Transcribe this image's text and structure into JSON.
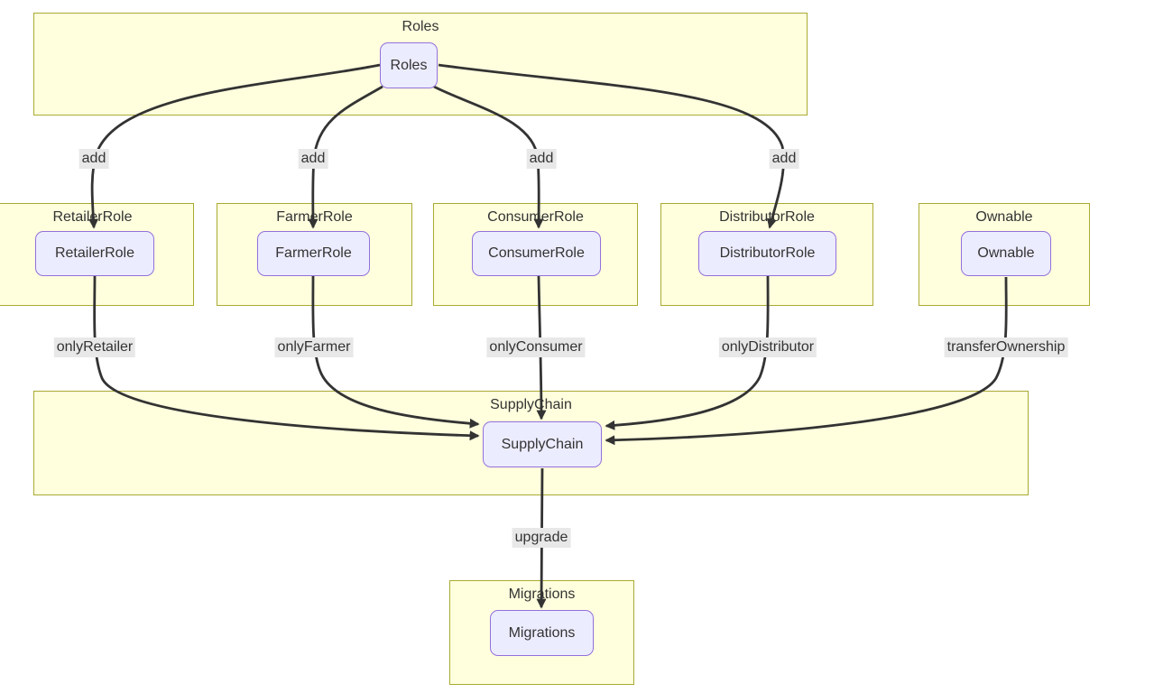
{
  "diagram": {
    "type": "flowchart",
    "clusters": [
      {
        "id": "Roles",
        "title": "Roles"
      },
      {
        "id": "RetailerRole",
        "title": "RetailerRole"
      },
      {
        "id": "FarmerRole",
        "title": "FarmerRole"
      },
      {
        "id": "ConsumerRole",
        "title": "ConsumerRole"
      },
      {
        "id": "DistributorRole",
        "title": "DistributorRole"
      },
      {
        "id": "Ownable",
        "title": "Ownable"
      },
      {
        "id": "SupplyChain",
        "title": "SupplyChain"
      },
      {
        "id": "Migrations",
        "title": "Migrations"
      }
    ],
    "nodes": [
      {
        "id": "Roles",
        "label": "Roles"
      },
      {
        "id": "RetailerRole",
        "label": "RetailerRole"
      },
      {
        "id": "FarmerRole",
        "label": "FarmerRole"
      },
      {
        "id": "ConsumerRole",
        "label": "ConsumerRole"
      },
      {
        "id": "DistributorRole",
        "label": "DistributorRole"
      },
      {
        "id": "Ownable",
        "label": "Ownable"
      },
      {
        "id": "SupplyChain",
        "label": "SupplyChain"
      },
      {
        "id": "Migrations",
        "label": "Migrations"
      }
    ],
    "edges": [
      {
        "from": "Roles",
        "to": "RetailerRole",
        "label": "add"
      },
      {
        "from": "Roles",
        "to": "FarmerRole",
        "label": "add"
      },
      {
        "from": "Roles",
        "to": "ConsumerRole",
        "label": "add"
      },
      {
        "from": "Roles",
        "to": "DistributorRole",
        "label": "add"
      },
      {
        "from": "RetailerRole",
        "to": "SupplyChain",
        "label": "onlyRetailer"
      },
      {
        "from": "FarmerRole",
        "to": "SupplyChain",
        "label": "onlyFarmer"
      },
      {
        "from": "ConsumerRole",
        "to": "SupplyChain",
        "label": "onlyConsumer"
      },
      {
        "from": "DistributorRole",
        "to": "SupplyChain",
        "label": "onlyDistributor"
      },
      {
        "from": "Ownable",
        "to": "SupplyChain",
        "label": "transferOwnership"
      },
      {
        "from": "SupplyChain",
        "to": "Migrations",
        "label": "upgrade"
      }
    ],
    "colors": {
      "cluster_fill": "#ffffde",
      "cluster_border": "#aaaa33",
      "node_fill": "#ececff",
      "node_border": "#9370db",
      "edge": "#333333",
      "edge_label_bg": "#e8e8e8",
      "text": "#333333"
    }
  }
}
